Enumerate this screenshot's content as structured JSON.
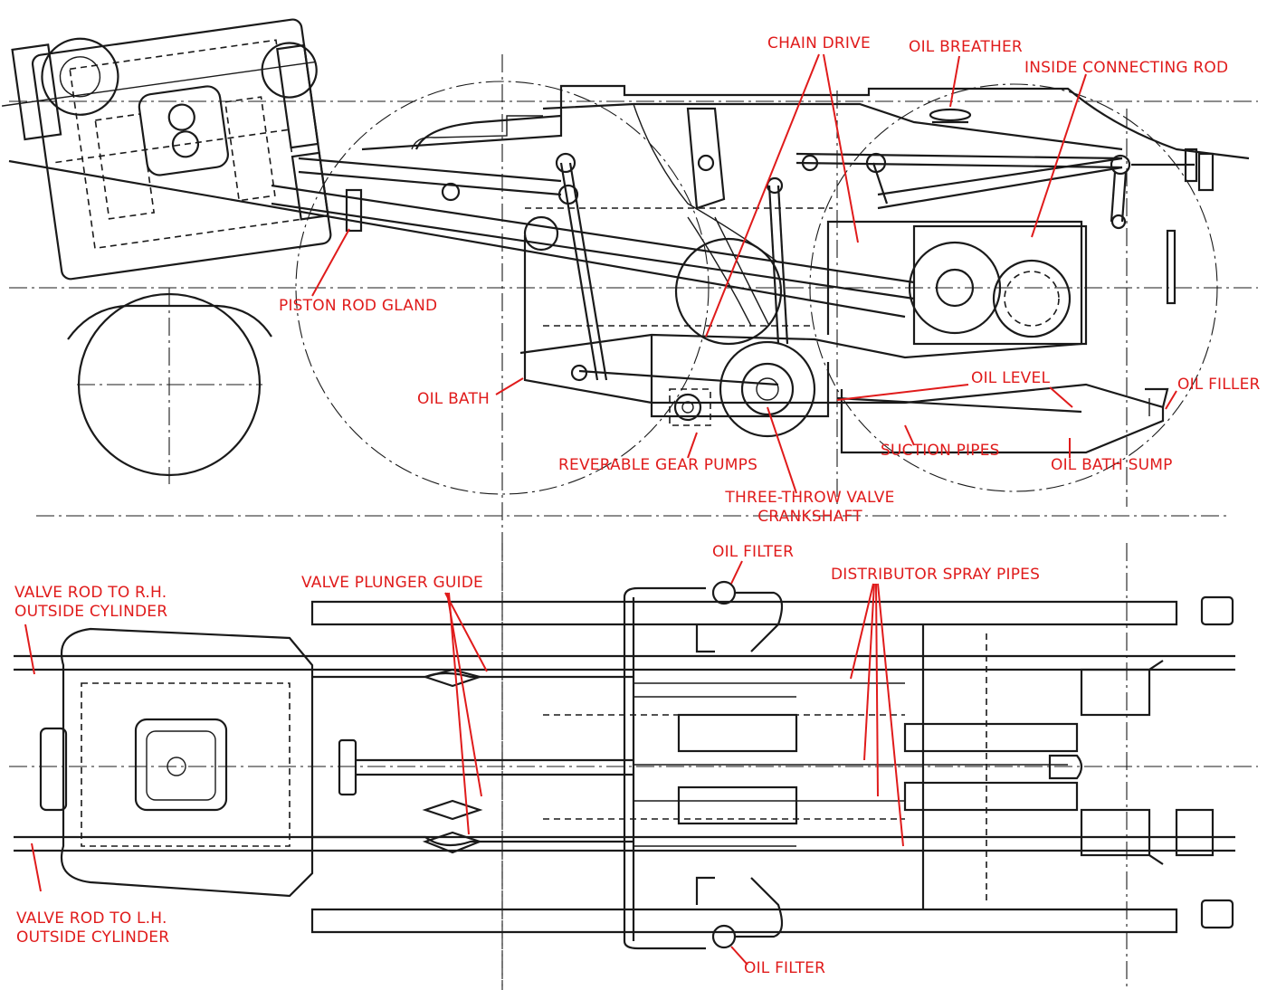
{
  "labels": {
    "chain_drive": "CHAIN DRIVE",
    "oil_breather": "OIL BREATHER",
    "inside_connecting_rod": "INSIDE CONNECTING ROD",
    "piston_rod_gland": "PISTON ROD GLAND",
    "oil_bath": "OIL BATH",
    "oil_level": "OIL LEVEL",
    "oil_filler": "OIL FILLER",
    "suction_pipes": "SUCTION PIPES",
    "oil_bath_sump": "OIL BATH SUMP",
    "reversable_gear_pumps": "REVERABLE GEAR PUMPS",
    "three_throw_line1": "THREE-THROW VALVE",
    "three_throw_line2": "CRANKSHAFT",
    "oil_filter_top": "OIL FILTER",
    "valve_plunger_guide": "VALVE PLUNGER GUIDE",
    "distributor_spray_pipes": "DISTRIBUTOR SPRAY PIPES",
    "valve_rod_rh_line1": "VALVE ROD TO R.H.",
    "valve_rod_rh_line2": "OUTSIDE CYLINDER",
    "valve_rod_lh_line1": "VALVE ROD TO L.H.",
    "valve_rod_lh_line2": "OUTSIDE CYLINDER",
    "oil_filter_bottom": "OIL FILTER"
  },
  "colors": {
    "label": "#e01b1b",
    "ink": "#1a1a1a",
    "background": "#ffffff"
  }
}
